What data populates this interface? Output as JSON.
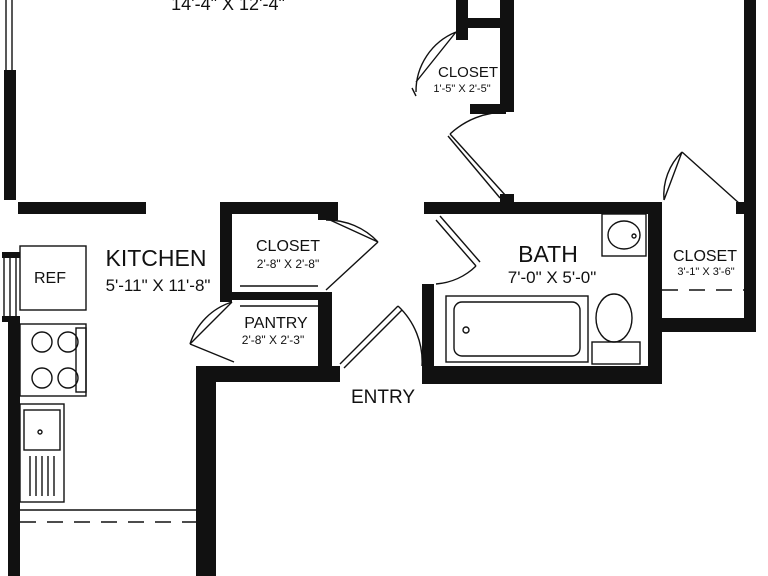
{
  "rooms": {
    "living": {
      "dimensions": "14'-4\" X 12'-4\""
    },
    "closet_top": {
      "name": "CLOSET",
      "dimensions": "1'-5\" X 2'-5\""
    },
    "kitchen": {
      "name": "KITCHEN",
      "dimensions": "5'-11\" X 11'-8\""
    },
    "closet_mid": {
      "name": "CLOSET",
      "dimensions": "2'-8\" X 2'-8\""
    },
    "pantry": {
      "name": "PANTRY",
      "dimensions": "2'-8\" X 2'-3\""
    },
    "bath": {
      "name": "BATH",
      "dimensions": "7'-0\" X 5'-0\""
    },
    "closet_right": {
      "name": "CLOSET",
      "dimensions": "3'-1\" X 3'-6\""
    }
  },
  "labels": {
    "entry": "ENTRY",
    "ref": "REF"
  }
}
